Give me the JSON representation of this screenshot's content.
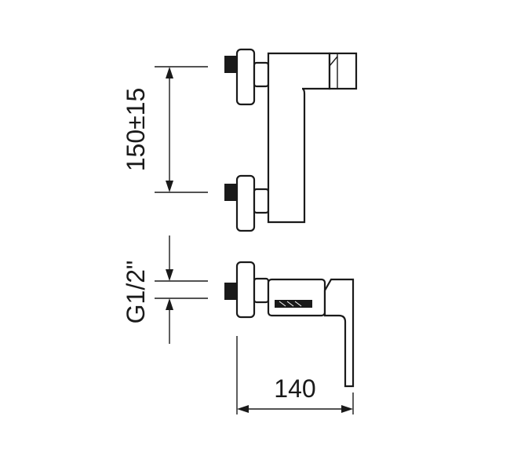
{
  "dimensions": {
    "center_distance": "150±15",
    "connection_thread": "G1/2\"",
    "depth": "140"
  },
  "colors": {
    "line": "#1a1a1a",
    "background": "#ffffff"
  }
}
